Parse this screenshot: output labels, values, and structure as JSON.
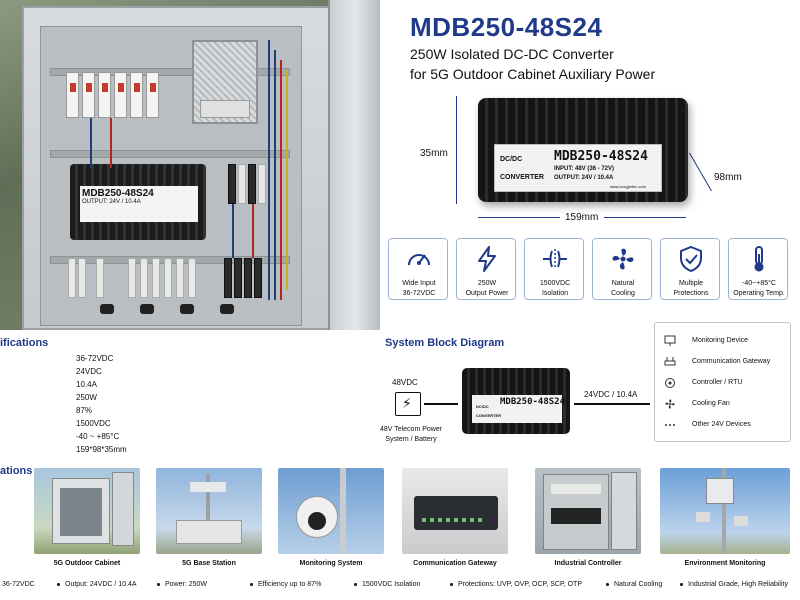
{
  "title": "MDB250-48S24",
  "subtitle_line1": "250W Isolated DC-DC Converter",
  "subtitle_line2": "for 5G Outdoor Cabinet Auxiliary Power",
  "dimensions": {
    "height": "35mm",
    "width": "159mm",
    "depth": "98mm"
  },
  "product_label": {
    "type": "DC/DC",
    "category": "CONVERTER",
    "model": "MDB250-48S24",
    "input": "INPUT: 48V (36 - 72V)",
    "output": "OUTPUT: 24V / 10.4A",
    "website": "www.xxxgjmtec.com"
  },
  "features": [
    {
      "icon": "gauge-icon",
      "line1": "Wide Input",
      "line2": "36-72VDC"
    },
    {
      "icon": "lightning-icon",
      "line1": "250W",
      "line2": "Output Power"
    },
    {
      "icon": "isolation-icon",
      "line1": "1500VDC",
      "line2": "Isolation"
    },
    {
      "icon": "fan-icon",
      "line1": "Natural",
      "line2": "Cooling"
    },
    {
      "icon": "shield-check-icon",
      "line1": "Multiple",
      "line2": "Protections"
    },
    {
      "icon": "thermometer-icon",
      "line1": "-40~+85°C",
      "line2": "Operating Temp."
    }
  ],
  "specifications": {
    "heading": "ifications",
    "values": [
      "36-72VDC",
      "24VDC",
      "10.4A",
      "250W",
      "87%",
      "1500VDC",
      "-40 ~ +85°C",
      "159*98*35mm"
    ]
  },
  "system_diagram": {
    "heading": "System Block Diagram",
    "input_voltage": "48VDC",
    "source_line1": "48V Telecom Power",
    "source_line2": "System / Battery",
    "output_voltage": "24VDC / 10.4A",
    "loads": [
      {
        "icon": "monitor-icon",
        "label": "Monitoring Device"
      },
      {
        "icon": "gateway-icon",
        "label": "Communication Gateway"
      },
      {
        "icon": "controller-icon",
        "label": "Controller / RTU"
      },
      {
        "icon": "fan-icon",
        "label": "Cooling Fan"
      },
      {
        "icon": "dots-icon",
        "label": "Other 24V Devices"
      }
    ]
  },
  "applications": {
    "heading": "ations",
    "items": [
      "5G Outdoor Cabinet",
      "5G Base Station",
      "Monitoring System",
      "Communication Gateway",
      "Industrial Controller",
      "Environment Monitoring"
    ]
  },
  "bottom_bar": [
    "36-72VDC",
    "Output: 24VDC / 10.4A",
    "Power: 250W",
    "Efficiency up to 87%",
    "1500VDC Isolation",
    "Protections: UVP, OVP, OCP, SCP, OTP",
    "Natural Cooling",
    "Industrial Grade, High Reliability"
  ],
  "colors": {
    "accent": "#1f3a8a",
    "feature_border": "#9fb3d6",
    "label_bg": "#f2f2f2"
  }
}
